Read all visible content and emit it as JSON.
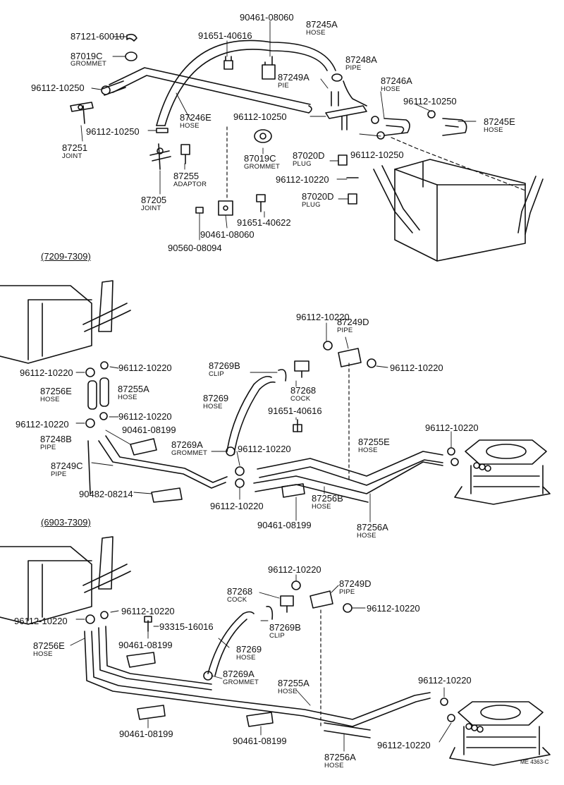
{
  "sections": [
    {
      "label": "(7209-7309)"
    },
    {
      "label": "(6903-7309)"
    }
  ],
  "parts": [
    {
      "id": "p1",
      "number": "87121-60010",
      "name": ""
    },
    {
      "id": "p2",
      "number": "87019C",
      "name": "GROMMET"
    },
    {
      "id": "p3",
      "number": "96112-10250",
      "name": ""
    },
    {
      "id": "p4",
      "number": "87251",
      "name": "JOINT"
    },
    {
      "id": "p5",
      "number": "96112-10250",
      "name": ""
    },
    {
      "id": "p6",
      "number": "87205",
      "name": "JOINT"
    },
    {
      "id": "p7",
      "number": "87255",
      "name": "ADAPTOR"
    },
    {
      "id": "p8",
      "number": "87246E",
      "name": "HOSE"
    },
    {
      "id": "p9",
      "number": "91651-40616",
      "name": ""
    },
    {
      "id": "p10",
      "number": "90461-08060",
      "name": ""
    },
    {
      "id": "p11",
      "number": "87245A",
      "name": "HOSE"
    },
    {
      "id": "p12",
      "number": "87248A",
      "name": "PIPE"
    },
    {
      "id": "p13",
      "number": "87249A",
      "name": "PIE"
    },
    {
      "id": "p14",
      "number": "87246A",
      "name": "HOSE"
    },
    {
      "id": "p15",
      "number": "96112-10250",
      "name": ""
    },
    {
      "id": "p16",
      "number": "87245E",
      "name": "HOSE"
    },
    {
      "id": "p17",
      "number": "96112-10250",
      "name": ""
    },
    {
      "id": "p18",
      "number": "87019C",
      "name": "GROMMET"
    },
    {
      "id": "p19",
      "number": "87020D",
      "name": "PLUG"
    },
    {
      "id": "p20",
      "number": "96112-10250",
      "name": ""
    },
    {
      "id": "p21",
      "number": "96112-10220",
      "name": ""
    },
    {
      "id": "p22",
      "number": "87020D",
      "name": "PLUG"
    },
    {
      "id": "p23",
      "number": "91651-40622",
      "name": ""
    },
    {
      "id": "p24",
      "number": "90461-08060",
      "name": ""
    },
    {
      "id": "p25",
      "number": "90560-08094",
      "name": ""
    },
    {
      "id": "q1",
      "number": "96112-10220",
      "name": ""
    },
    {
      "id": "q2",
      "number": "87249D",
      "name": "PIPE"
    },
    {
      "id": "q3",
      "number": "96112-10220",
      "name": ""
    },
    {
      "id": "q4",
      "number": "96112-10220",
      "name": ""
    },
    {
      "id": "q5",
      "number": "96112-10220",
      "name": ""
    },
    {
      "id": "q6",
      "number": "87269B",
      "name": "CLIP"
    },
    {
      "id": "q7",
      "number": "87268",
      "name": "COCK"
    },
    {
      "id": "q8",
      "number": "87256E",
      "name": "HOSE"
    },
    {
      "id": "q9",
      "number": "87255A",
      "name": "HOSE"
    },
    {
      "id": "q10",
      "number": "87269",
      "name": "HOSE"
    },
    {
      "id": "q11",
      "number": "91651-40616",
      "name": ""
    },
    {
      "id": "q12",
      "number": "96112-10220",
      "name": ""
    },
    {
      "id": "q13",
      "number": "96112-10220",
      "name": ""
    },
    {
      "id": "q14",
      "number": "90461-08199",
      "name": ""
    },
    {
      "id": "q15",
      "number": "87248B",
      "name": "PIPE"
    },
    {
      "id": "q16",
      "number": "87269A",
      "name": "GROMMET"
    },
    {
      "id": "q17",
      "number": "96112-10220",
      "name": ""
    },
    {
      "id": "q18",
      "number": "87255E",
      "name": "HOSE"
    },
    {
      "id": "q19",
      "number": "96112-10220",
      "name": ""
    },
    {
      "id": "q20",
      "number": "87249C",
      "name": "PIPE"
    },
    {
      "id": "q21",
      "number": "90482-08214",
      "name": ""
    },
    {
      "id": "q22",
      "number": "96112-10220",
      "name": ""
    },
    {
      "id": "q23",
      "number": "87256B",
      "name": "HOSE"
    },
    {
      "id": "q24",
      "number": "90461-08199",
      "name": ""
    },
    {
      "id": "q25",
      "number": "87256A",
      "name": "HOSE"
    },
    {
      "id": "r1",
      "number": "96112-10220",
      "name": ""
    },
    {
      "id": "r2",
      "number": "87268",
      "name": "COCK"
    },
    {
      "id": "r3",
      "number": "87249D",
      "name": "PIPE"
    },
    {
      "id": "r4",
      "number": "96112-10220",
      "name": ""
    },
    {
      "id": "r5",
      "number": "96112-10220",
      "name": ""
    },
    {
      "id": "r6",
      "number": "96112-10220",
      "name": ""
    },
    {
      "id": "r7",
      "number": "93315-16016",
      "name": ""
    },
    {
      "id": "r8",
      "number": "87269B",
      "name": "CLIP"
    },
    {
      "id": "r9",
      "number": "87256E",
      "name": "HOSE"
    },
    {
      "id": "r10",
      "number": "90461-08199",
      "name": ""
    },
    {
      "id": "r11",
      "number": "87269",
      "name": "HOSE"
    },
    {
      "id": "r12",
      "number": "87269A",
      "name": "GROMMET"
    },
    {
      "id": "r13",
      "number": "87255A",
      "name": "HOSE"
    },
    {
      "id": "r14",
      "number": "96112-10220",
      "name": ""
    },
    {
      "id": "r15",
      "number": "90461-08199",
      "name": ""
    },
    {
      "id": "r16",
      "number": "90461-08199",
      "name": ""
    },
    {
      "id": "r17",
      "number": "96112-10220",
      "name": ""
    },
    {
      "id": "r18",
      "number": "87256A",
      "name": "HOSE"
    }
  ],
  "drawing_code": "ME 4363-C"
}
